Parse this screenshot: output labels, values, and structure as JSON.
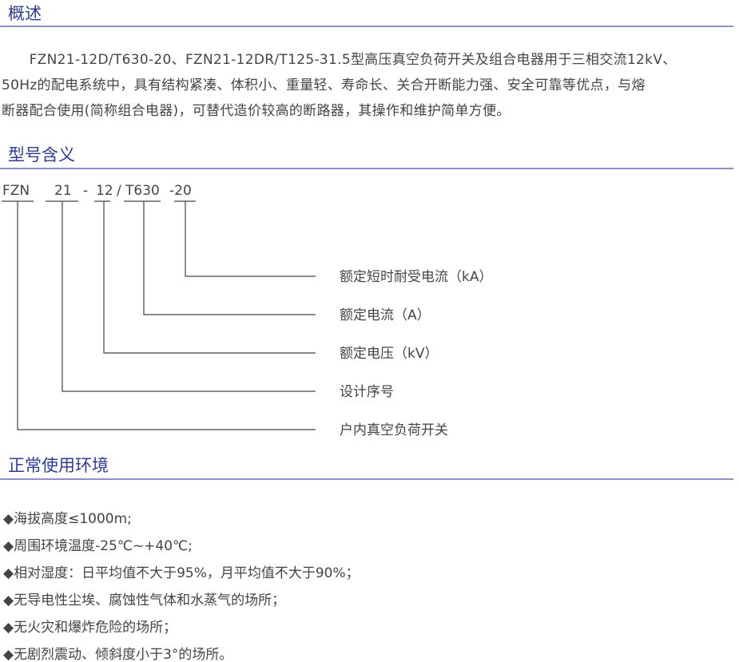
{
  "sections": {
    "overview": "概述",
    "model": "型号含义",
    "env": "正常使用环境"
  },
  "overview_lines": [
    "　　FZN21-12D/T630-20、FZN21-12DR/T125-31.5型高压真空负荷开关及组合电器用于三相交流12kV、",
    "50Hz的配电系统中，具有结构紧凑、体积小、重量轻、寿命长、关合开断能力强、安全可靠等优点，与熔",
    "断器配合使用(简称组合电器)，可替代造价较高的断路器，其操作和维护简单方便。"
  ],
  "model_parts": [
    "FZN",
    "21",
    "-",
    "12",
    "/",
    "T630",
    "-20"
  ],
  "model_meanings": [
    "额定短时耐受电流（kA）",
    "额定电流（A）",
    "额定电压（kV）",
    "设计序号",
    "户内真空负荷开关"
  ],
  "bullets": [
    "◆海拔高度≤1000m;",
    "◆周围环境温度-25℃~+40℃;",
    "◆相对湿度：日平均值不大于95%，月平均值不大于90%；",
    "◆无导电性尘埃、腐蚀性气体和水蒸气的场所；",
    "◆无火灾和爆炸危险的场所；",
    "◆无剧烈震动、倾斜度小于3°的场所。"
  ]
}
